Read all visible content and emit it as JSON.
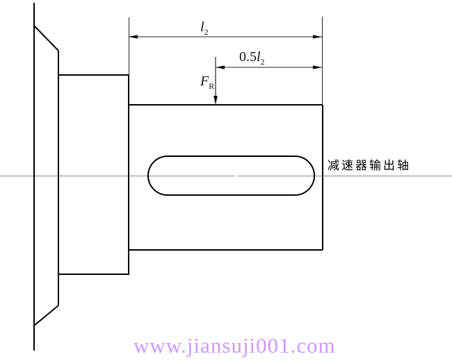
{
  "drawing": {
    "part_label": "减速器输出轴",
    "labels": {
      "l2": {
        "symbol": "l",
        "sub": "2"
      },
      "half_l2": {
        "prefix": "0.5",
        "symbol": "l",
        "sub": "2"
      },
      "force": {
        "symbol": "F",
        "sub": "R"
      }
    }
  },
  "watermark": {
    "text": "www.jiansuji001.com"
  },
  "colors": {
    "object_line": "#000000",
    "thin_line": "#222222",
    "centerline": "#b3b3b3",
    "watermark": "#cc99ff",
    "background": "#ffffff"
  }
}
